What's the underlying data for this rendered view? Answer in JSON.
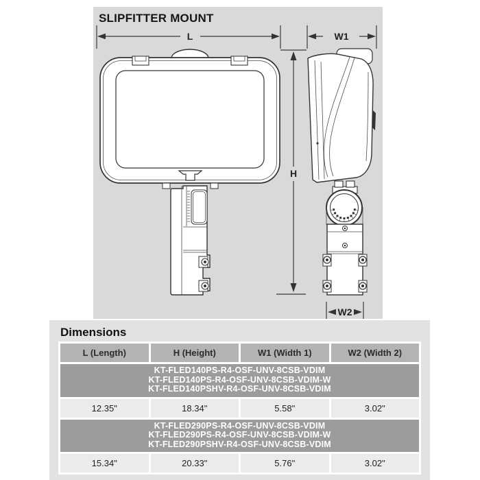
{
  "diagram": {
    "title": "SLIPFITTER MOUNT",
    "labels": {
      "length": "L",
      "width1": "W1",
      "height": "H",
      "width2": "W2"
    }
  },
  "dimensions": {
    "heading": "Dimensions",
    "columns": [
      "L (Length)",
      "H (Height)",
      "W1 (Width 1)",
      "W2 (Width 2)"
    ],
    "groups": [
      {
        "models": [
          "KT-FLED140PS-R4-OSF-UNV-8CSB-VDIM",
          "KT-FLED140PS-R4-OSF-UNV-8CSB-VDIM-W",
          "KT-FLED140PSHV-R4-OSF-UNV-8CSB-VDIM"
        ],
        "values": [
          "12.35\"",
          "18.34\"",
          "5.58\"",
          "3.02\""
        ]
      },
      {
        "models": [
          "KT-FLED290PS-R4-OSF-UNV-8CSB-VDIM",
          "KT-FLED290PS-R4-OSF-UNV-8CSB-VDIM-W",
          "KT-FLED290PSHV-R4-OSF-UNV-8CSB-VDIM"
        ],
        "values": [
          "15.34\"",
          "20.33\"",
          "5.76\"",
          "3.02\""
        ]
      }
    ]
  },
  "colors": {
    "diagram_panel": "#d9d9d9",
    "dimensions_panel": "#e2e2e2",
    "header_cell": "#b3b3b3",
    "group_row": "#9c9c9c",
    "value_cell": "#ebebeb",
    "line": "#333333"
  }
}
